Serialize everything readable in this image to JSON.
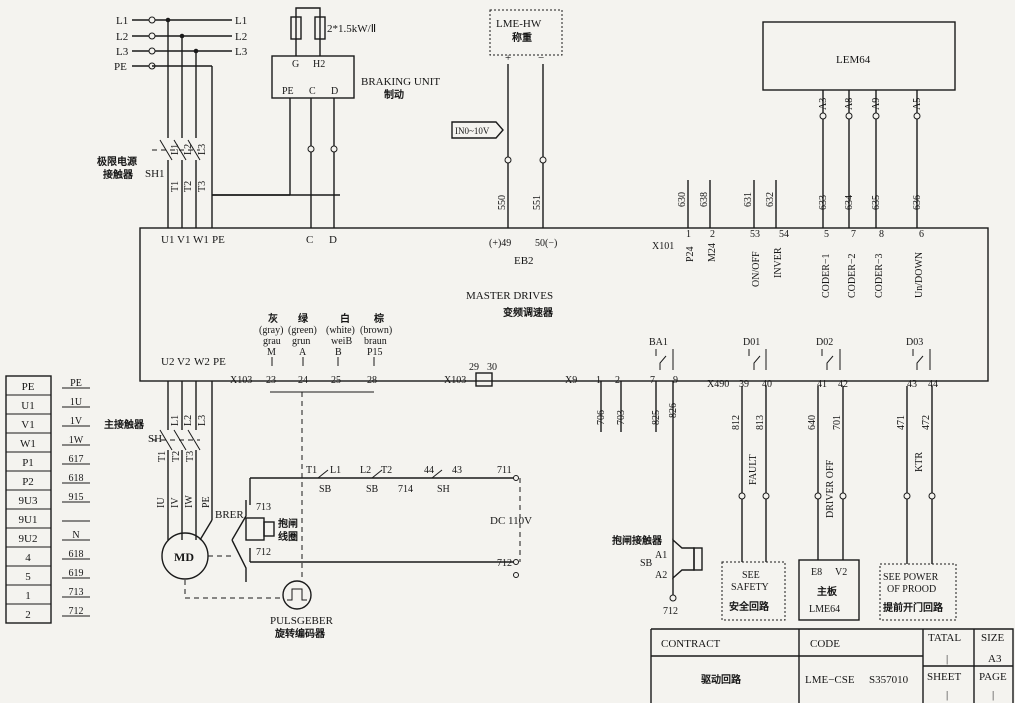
{
  "supply": {
    "l1": "L1",
    "l2": "L2",
    "l3": "L3",
    "pe": "PE"
  },
  "resistor_label": "2*1.5kW/Ⅱ",
  "braking": {
    "g": "G",
    "h2": "H2",
    "title": "BRAKING UNIT",
    "cn": "制动",
    "pe": "PE",
    "c": "C",
    "d": "D"
  },
  "lme_hw": {
    "title": "LME-HW",
    "cn": "称重",
    "plus": "+",
    "minus": "−"
  },
  "in_tag": "IN0~10V",
  "lem64": "LEM64",
  "limit_contactor": {
    "cn1": "极限电源",
    "cn2": "接触器",
    "tag": "SH1",
    "l1": "L1",
    "l2": "L2",
    "l3": "L3",
    "t1": "T1",
    "t2": "T2",
    "t3": "T3"
  },
  "drive": {
    "title": "MASTER DRIVES",
    "cn": "变频调速器",
    "eb2": "EB2",
    "x101": "X101",
    "x103a": "X103",
    "x103b": "X103",
    "x9": "X9",
    "x490": "X490"
  },
  "top_terms": {
    "u1": "U1",
    "v1": "V1",
    "w1": "W1",
    "pe": "PE",
    "c": "C",
    "d": "D",
    "t49": "(+)49",
    "t50": "50(−)",
    "t1": "1",
    "t2": "2",
    "t53": "53",
    "t54": "54",
    "t5": "5",
    "t7": "7",
    "t8": "8",
    "t6": "6"
  },
  "top_signals": {
    "p24": "P24",
    "m24": "M24",
    "onoff": "ON/OFF",
    "inver": "INVER",
    "coder1": "CODER−1",
    "coder2": "CODER−2",
    "coder3": "CODER−3",
    "updown": "Un/DOWN"
  },
  "top_wires": {
    "w550": "550",
    "w551": "551",
    "w630": "630",
    "w638": "638",
    "w631": "631",
    "w632": "632",
    "w633": "633",
    "w634": "634",
    "w635": "635",
    "w636": "636"
  },
  "lem_terms": {
    "a3": "A3",
    "a8": "A8",
    "a9": "A9",
    "a5": "A5"
  },
  "bottom_terms": {
    "u2": "U2",
    "v2": "V2",
    "w2": "W2",
    "pe": "PE",
    "t23": "23",
    "t24": "24",
    "t25": "25",
    "t28": "28",
    "t29": "29",
    "t30": "30",
    "t1": "1",
    "t2": "2",
    "t7": "7",
    "t9": "9",
    "t39": "39",
    "t40": "40",
    "t41": "41",
    "t42": "42",
    "t43": "43",
    "t44": "44"
  },
  "colors": {
    "c1": {
      "cn": "灰",
      "en": "(gray)",
      "de": "grau",
      "sig": "M"
    },
    "c2": {
      "cn": "绿",
      "en": "(green)",
      "de": "grun",
      "sig": "A"
    },
    "c3": {
      "cn": "白",
      "en": "(white)",
      "de": "weiB",
      "sig": "B"
    },
    "c4": {
      "cn": "棕",
      "en": "(brown)",
      "de": "braun",
      "sig": "P15"
    }
  },
  "relays": {
    "ba1": "BA1",
    "d01": "D01",
    "d02": "D02",
    "d03": "D03"
  },
  "bottom_wires": {
    "w706": "706",
    "w703": "703",
    "w825": "825",
    "w826": "826",
    "w812": "812",
    "w813": "813",
    "w640": "640",
    "w701": "701",
    "w471": "471",
    "w472": "472"
  },
  "bottom_signals": {
    "fault": "FAULT",
    "driver_off": "DRIVER OFF",
    "ktr": "KTR"
  },
  "main_contactor": {
    "cn": "主接触器",
    "tag": "SH",
    "l1": "L1",
    "l2": "L2",
    "l3": "L3",
    "t1": "T1",
    "t2": "T2",
    "t3": "T3"
  },
  "motor": {
    "md": "MD",
    "iu": "IU",
    "iv": "IV",
    "iw": "IW",
    "pe": "PE"
  },
  "brake": {
    "brer": "BRER",
    "n713": "713",
    "n712": "712",
    "cn1": "抱闸",
    "cn2": "线圈"
  },
  "encoder": {
    "title": "PULSGEBER",
    "cn": "旋转编码器"
  },
  "circuit": {
    "t1": "T1",
    "l1": "L1",
    "l2": "L2",
    "t2": "T2",
    "n44": "44",
    "n43": "43",
    "n711": "711",
    "sb1": "SB",
    "sb2": "SB",
    "n714": "714",
    "sh": "SH",
    "dc": "DC 110V",
    "n712": "712"
  },
  "brake_contactor": {
    "cn": "抱闸接触器",
    "a1": "A1",
    "sb": "SB",
    "a2": "A2",
    "n712": "712"
  },
  "refs": {
    "safety": {
      "l1": "SEE",
      "l2": "SAFETY",
      "cn": "安全回路"
    },
    "board": {
      "e8": "E8",
      "v2": "V2",
      "cn": "主板",
      "model": "LME64"
    },
    "power": {
      "l1": "SEE POWER",
      "l2": "OF PROOD",
      "cn": "提前开门回路"
    }
  },
  "table": {
    "rows": [
      {
        "a": "PE",
        "b": "PE"
      },
      {
        "a": "U1",
        "b": "1U"
      },
      {
        "a": "V1",
        "b": "1V"
      },
      {
        "a": "W1",
        "b": "1W"
      },
      {
        "a": "P1",
        "b": "617"
      },
      {
        "a": "P2",
        "b": "618"
      },
      {
        "a": "9U3",
        "b": "915"
      },
      {
        "a": "9U1",
        "b": ""
      },
      {
        "a": "9U2",
        "b": "N"
      },
      {
        "a": "4",
        "b": "618"
      },
      {
        "a": "5",
        "b": "619"
      },
      {
        "a": "1",
        "b": "713"
      },
      {
        "a": "2",
        "b": "712"
      }
    ]
  },
  "title_block": {
    "contract": "CONTRACT",
    "code": "CODE",
    "tatal": "TATAL",
    "size": "SIZE",
    "size_val": "A3",
    "tatal_val": "|",
    "desc": "驱动回路",
    "code_val": "LME−CSE",
    "number": "S357010",
    "sheet": "SHEET",
    "page": "PAGE",
    "sheet_val": "|",
    "page_val": "|"
  }
}
